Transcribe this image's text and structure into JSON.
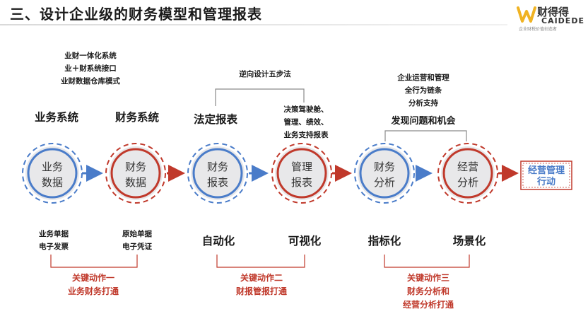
{
  "title": "三、设计企业级的财务模型和管理报表",
  "logo": {
    "name_cn": "财得得",
    "name_en": "CAIDEDE",
    "slogan": "企业财税价值创造者"
  },
  "colors": {
    "blue": "#4a7cc9",
    "red": "#c0392b",
    "node_fill": "#e8e8ea",
    "gray_text": "#333333"
  },
  "nodes": [
    {
      "line1": "业务",
      "line2": "数据",
      "color": "blue"
    },
    {
      "line1": "财务",
      "line2": "数据",
      "color": "red"
    },
    {
      "line1": "财务",
      "line2": "报表",
      "color": "blue"
    },
    {
      "line1": "管理",
      "line2": "报表",
      "color": "red"
    },
    {
      "line1": "财务",
      "line2": "分析",
      "color": "blue"
    },
    {
      "line1": "经营",
      "line2": "分析",
      "color": "red"
    }
  ],
  "final_action": {
    "line1": "经营管理",
    "line2": "行动"
  },
  "top_labels": {
    "systems": [
      "业务系统",
      "财务系统"
    ],
    "integration_notes": [
      "业财一体化系统",
      "业＋财系统接口",
      "业财数据仓库模式"
    ],
    "legal_report": "法定报表",
    "reverse_design": "逆向设计五步法",
    "mgmt_report_notes": [
      "决策驾驶舱、",
      "管理、绩效、",
      "业务支持报表"
    ],
    "analysis_notes": [
      "企业运营和管理",
      "全行为链条",
      "分析支持"
    ],
    "discover": "发现问题和机会"
  },
  "bottom_labels": {
    "business_docs": [
      "业务单据",
      "电子发票"
    ],
    "original_docs": [
      "原始单据",
      "电子凭证"
    ],
    "modes": [
      "自动化",
      "可视化",
      "指标化",
      "场景化"
    ]
  },
  "key_actions": [
    {
      "lines": [
        "关键动作一",
        "业务财务打通"
      ]
    },
    {
      "lines": [
        "关键动作二",
        "财报管报打通"
      ]
    },
    {
      "lines": [
        "关键动作三",
        "财务分析和",
        "经营分析打通"
      ]
    }
  ]
}
